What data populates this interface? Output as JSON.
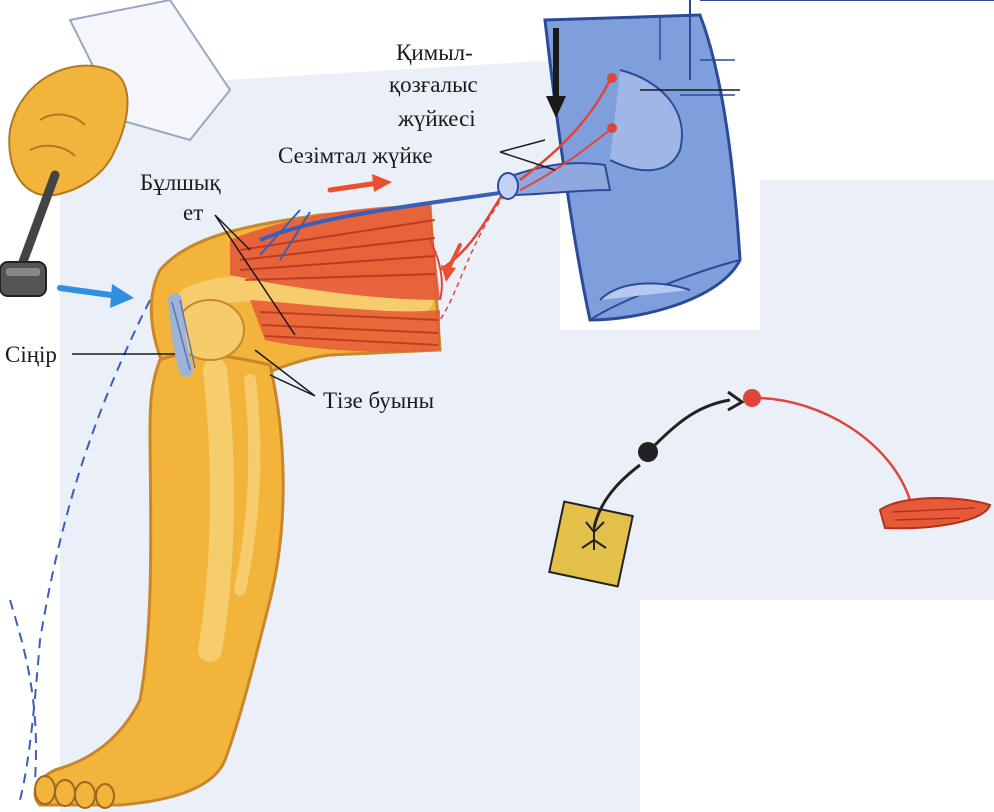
{
  "labels": {
    "motor_nerve_line1": "Қимыл-",
    "motor_nerve_line2": "қозғалыс",
    "motor_nerve_line3": "жүйкесі",
    "sensory_nerve": "Сезімтал жүйке",
    "muscle_line1": "Бұлшық",
    "muscle_line2": "ет",
    "tendon": "Сіңір",
    "knee_joint": "Тізе буыны"
  },
  "colors": {
    "background_panel": "#e7edf7",
    "skin": "#f2b43a",
    "skin_outline": "#c9862a",
    "muscle": "#e65a3a",
    "nerve_blue": "#3a5fb8",
    "nerve_red": "#e0453a",
    "spinal_cord": "#7f9fdc",
    "arrow_blue": "#2f8fe0",
    "arrow_red": "#e8502f",
    "neuron_dark": "#1a1a1a",
    "skin_square": "#e3c04a"
  },
  "icons": {
    "reflex_hammer": "reflex-hammer-icon",
    "strike_arrow": "blue-arrow-icon",
    "signal_arrow": "red-arrow-icon",
    "downward_arrow": "black-down-arrow-icon"
  }
}
